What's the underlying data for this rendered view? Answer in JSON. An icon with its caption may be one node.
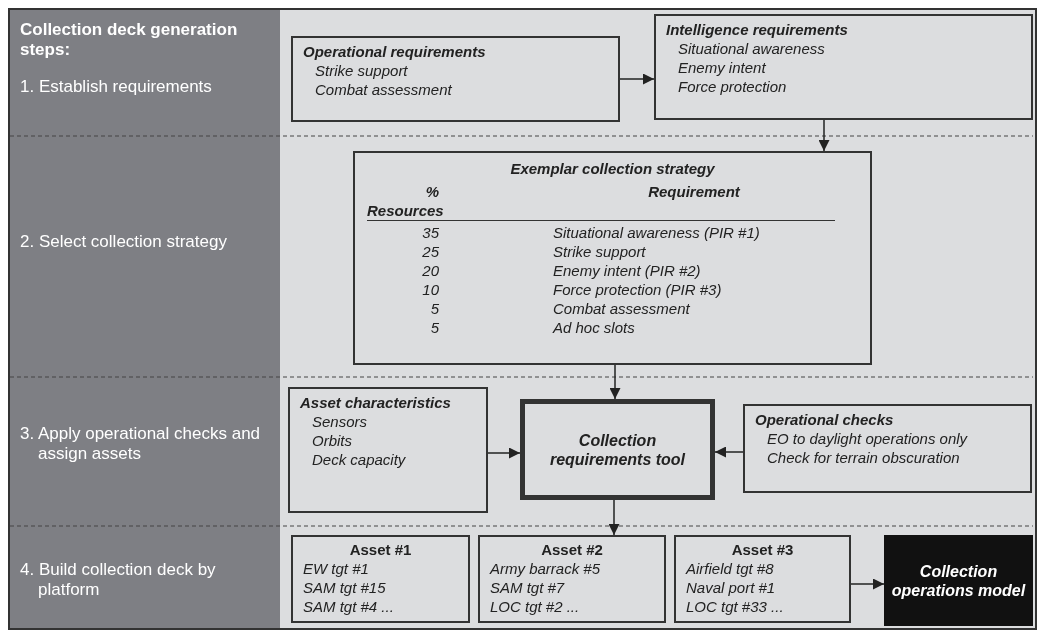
{
  "diagram": {
    "title": "Collection deck generation steps:",
    "nodes": [
      {
        "text": [
          "Operational requirements",
          "Strike support",
          "Combat assessment"
        ]
      },
      {
        "text": [
          "Intelligence requirements",
          "Situational awareness",
          "Enemy intent",
          "Force protection"
        ]
      },
      {
        "text": [
          "Exemplar collection strategy",
          "% Resources",
          "Requirement",
          "35",
          "Situational awareness (PIR #1)",
          "25",
          "Strike support",
          "20",
          "Enemy intent (PIR #2)",
          "10",
          "Force protection (PIR #3)",
          "5",
          "Combat assessment",
          "5",
          "Ad hoc slots"
        ]
      },
      {
        "text": [
          "Asset characteristics",
          "Sensors",
          "Orbits",
          "Deck capacity"
        ]
      },
      {
        "text": [
          "Collection requirements tool"
        ]
      },
      {
        "text": [
          "Operational checks",
          "EO to daylight operations only",
          "Check for terrain obscuration"
        ]
      },
      {
        "text": [
          "Asset #1",
          "EW tgt #1",
          "SAM tgt #15",
          "SAM tgt #4 ..."
        ]
      },
      {
        "text": [
          "Asset #2",
          "Army barrack #5",
          "SAM tgt #7",
          "LOC tgt #2 ..."
        ]
      },
      {
        "text": [
          "Asset #3",
          "Airfield tgt #8",
          "Naval port #1",
          "LOC tgt #33 ..."
        ]
      },
      {
        "text": [
          "Collection operations model"
        ]
      }
    ],
    "edges": [
      {
        "from": 0,
        "to": 1,
        "arrow": "to"
      },
      {
        "from": 1,
        "to": 2,
        "arrow": "to"
      },
      {
        "from": 2,
        "to": 4,
        "arrow": "to"
      },
      {
        "from": 3,
        "to": 4,
        "arrow": "to"
      },
      {
        "from": 5,
        "to": 4,
        "arrow": "to"
      },
      {
        "from": 4,
        "to": 7,
        "arrow": "to"
      },
      {
        "from": 8,
        "to": 9,
        "arrow": "to"
      }
    ],
    "labels": [
      "1. Establish requirements",
      "2. Select collection strategy",
      "3. Apply operational checks and assign assets",
      "4. Build collection deck by platform"
    ]
  }
}
